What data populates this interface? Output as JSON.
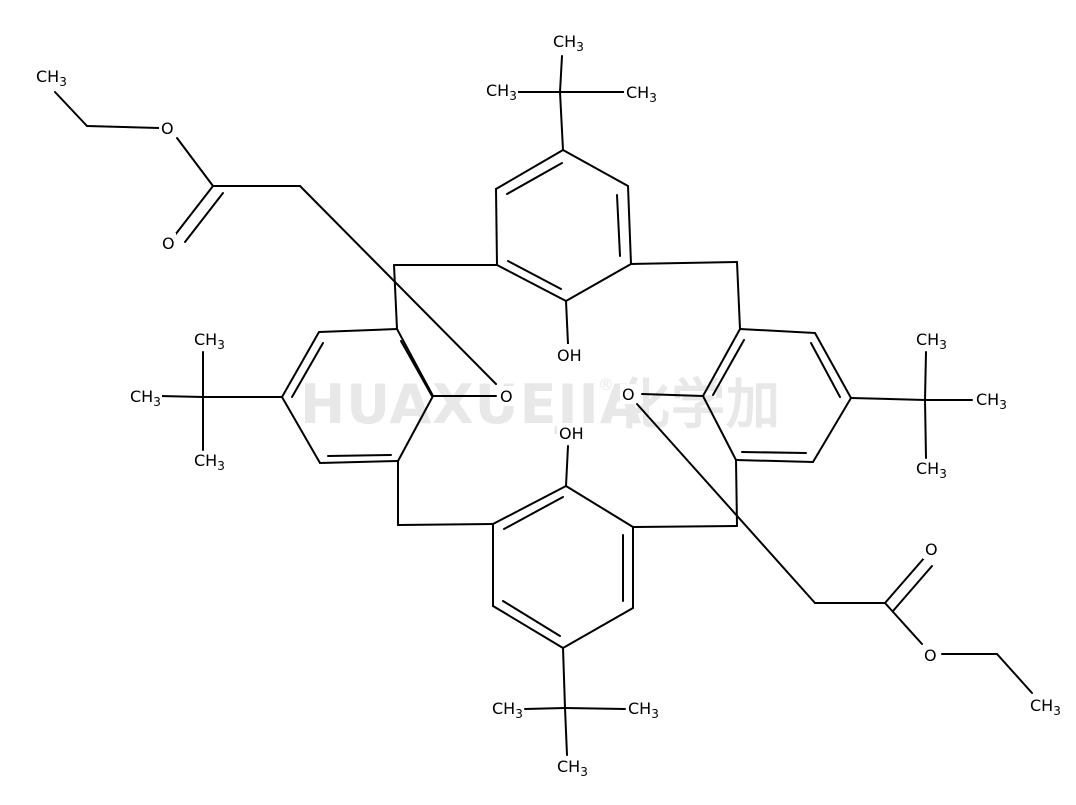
{
  "watermark": {
    "latin": "HUAXUEJIA",
    "registered": "®",
    "chinese": "化学加"
  },
  "atoms": {
    "ch3": "CH",
    "ch3_sub": "3",
    "o": "O",
    "oh": "OH"
  },
  "colors": {
    "bond": "#000000",
    "watermark": "#e8e8e8",
    "background": "#ffffff"
  }
}
